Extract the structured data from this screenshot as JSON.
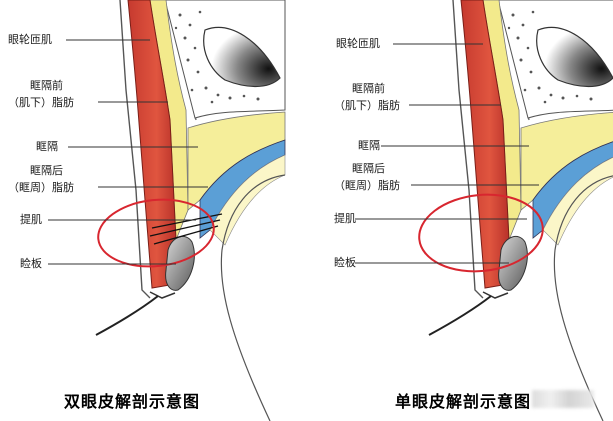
{
  "diagram": {
    "left": {
      "caption": "双眼皮解剖示意图",
      "labels": {
        "orbicularis": "眼轮匝肌",
        "preseptal_line1": "眶隔前",
        "preseptal_line2": "（肌下）脂肪",
        "septum": "眶隔",
        "postseptal_line1": "眶隔后",
        "postseptal_line2": "（眶周）脂肪",
        "levator": "提肌",
        "tarsus": "睑板"
      }
    },
    "right": {
      "caption": "单眼皮解剖示意图",
      "labels": {
        "orbicularis": "眼轮匝肌",
        "preseptal_line1": "眶隔前",
        "preseptal_line2": "（肌下）脂肪",
        "septum": "眶隔",
        "postseptal_line1": "眶隔后",
        "postseptal_line2": "（眶周）脂肪",
        "levator": "提肌",
        "tarsus": "睑板"
      }
    }
  },
  "colors": {
    "muscle": "#d9483a",
    "muscle_dark": "#b8322a",
    "fat_yellow": "#f3ea8c",
    "fat_light": "#fbf6c8",
    "septum_blue": "#5b9fd6",
    "bone_black": "#2a2a2a",
    "circle_red": "#d8262f",
    "outline": "#444444"
  }
}
